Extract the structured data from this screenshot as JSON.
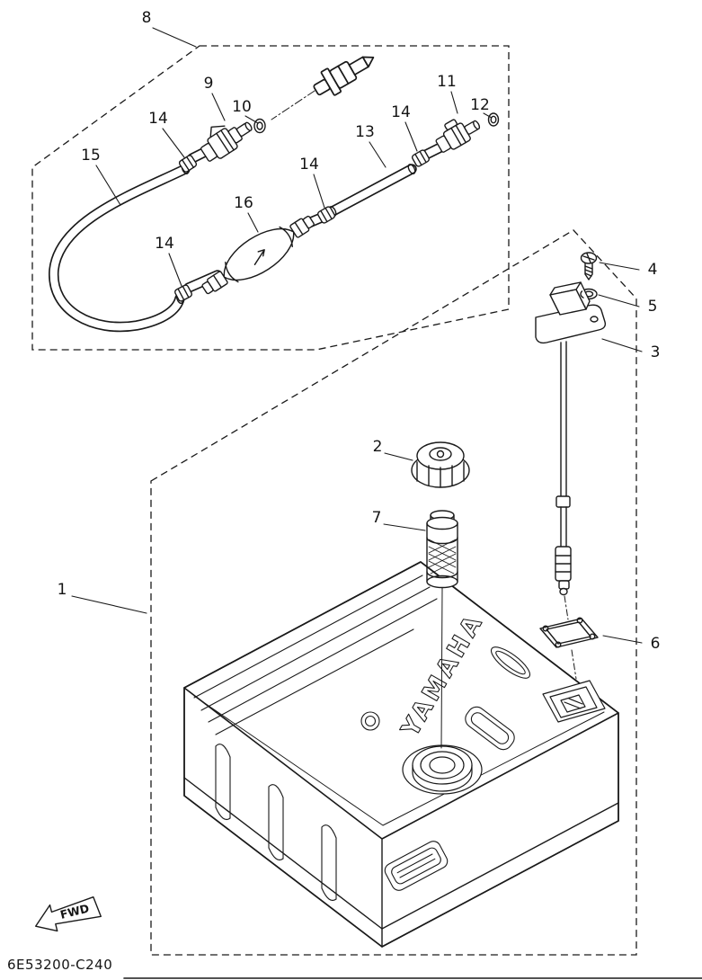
{
  "diagram": {
    "code": "6E53200-C240",
    "fwd": "FWD",
    "brand": "YAMAHA",
    "callouts": {
      "p1": "1",
      "p2": "2",
      "p3": "3",
      "p4": "4",
      "p5": "5",
      "p6": "6",
      "p7": "7",
      "p8": "8",
      "p9": "9",
      "p10": "10",
      "p11": "11",
      "p12": "12",
      "p13": "13",
      "p14": "14",
      "p15": "15",
      "p16": "16"
    }
  }
}
